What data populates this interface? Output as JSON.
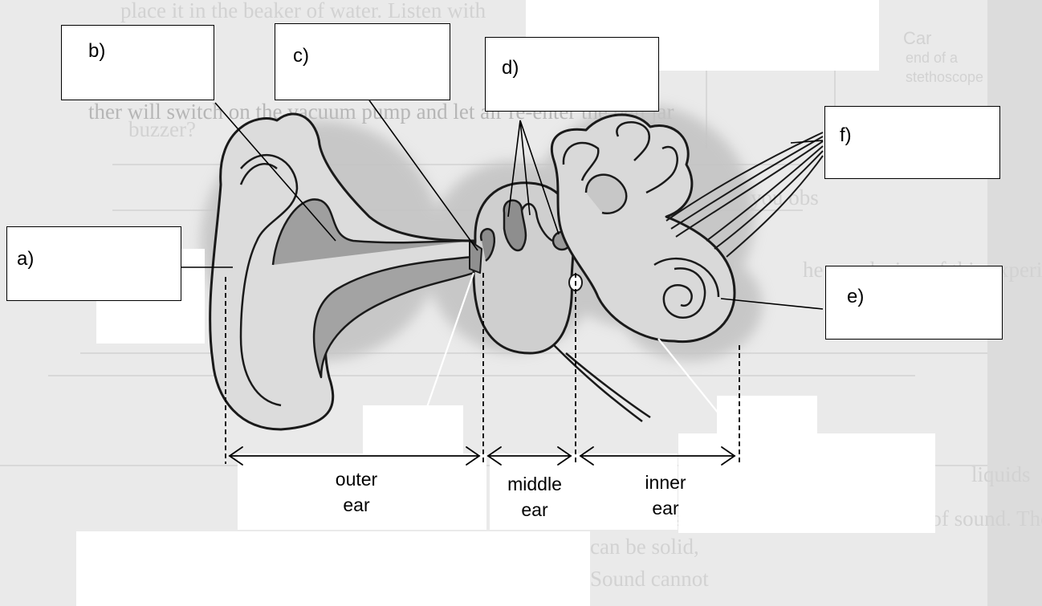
{
  "labels": {
    "a": "a)",
    "b": "b)",
    "c": "c)",
    "d": "d)",
    "e": "e)",
    "f": "f)"
  },
  "zones": [
    {
      "line1": "outer",
      "line2": "ear"
    },
    {
      "line1": "middle",
      "line2": "ear"
    },
    {
      "line1": "inner",
      "line2": "ear"
    }
  ],
  "background_text": [
    "place it in the beaker of water. Listen with",
    "ther will switch on the vacuum pump and let air re-enter the bell jar",
    "buzzer?",
    "you obs",
    "he conclusion of this experiment?",
    "liquids",
    "medium is needed for the transmission of sound. The medium",
    "can be solid,",
    "Sound cannot"
  ],
  "side_note": [
    "Car",
    "end of a",
    "stethoscope"
  ],
  "colors": {
    "ink": "#000000",
    "diagram_fill": "#b9b9b9",
    "page_bg": "#ececec",
    "box_fill": "#ffffff"
  }
}
